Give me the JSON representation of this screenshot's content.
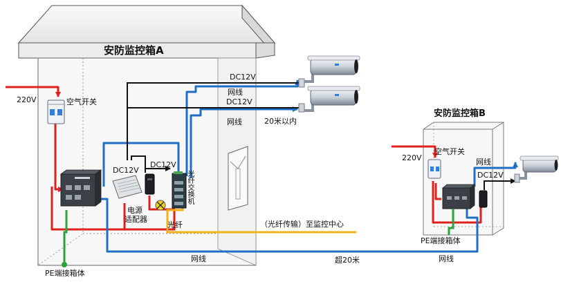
{
  "cabinet_a": {
    "title": "安防监控箱A",
    "input_voltage": "220V",
    "air_switch": "空气开关",
    "dc_left": "DC12V",
    "dc_mid": "DC12V",
    "power_adapter_line1": "电源",
    "power_adapter_line2": "适配器",
    "switch_vertical": "光纤交换机",
    "fiber": "光纤",
    "pe_ground": "PE端接箱体",
    "network_bottom": "网线"
  },
  "cameras_a": {
    "dc_top": "DC12V",
    "network_1": "网线",
    "dc_second": "DC12V",
    "network_2": "网线",
    "distance": "20米以内"
  },
  "links": {
    "fiber_to_center": "（光纤传输）至监控中心",
    "over_distance": "超20米"
  },
  "cabinet_b": {
    "title": "安防监控箱B",
    "input_voltage": "220V",
    "air_switch": "空气开关",
    "network_top": "网线",
    "dc": "DC12V",
    "pe_ground": "PE端接箱体",
    "network_bottom": "网线"
  },
  "colors": {
    "ac_power": "#e0201c",
    "dc_power": "#111111",
    "network": "#1f6fc6",
    "fiber": "#f2b21b",
    "ground": "#2aa33a"
  }
}
